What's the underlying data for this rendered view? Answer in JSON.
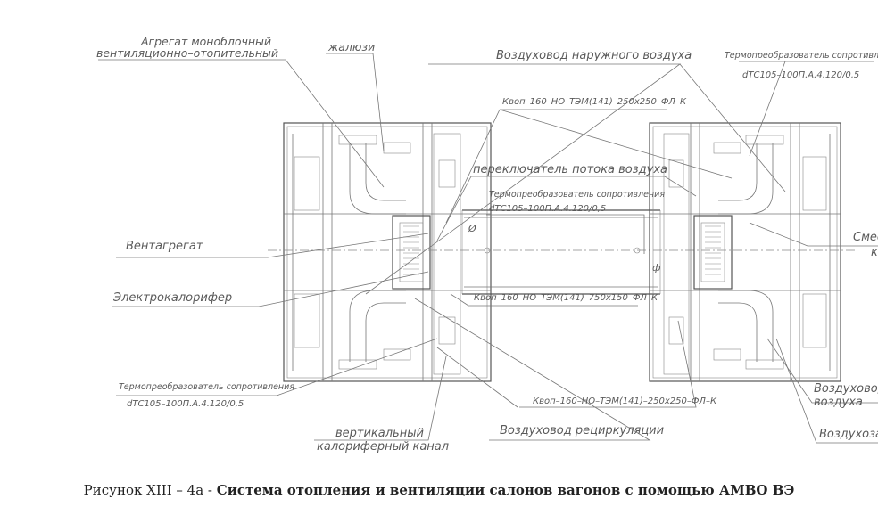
{
  "labels": {
    "agregat_1": "Агрегат моноблочный",
    "agregat_2": "вентиляционно–отопительный",
    "zhalyuzi": "жалюзи",
    "vozdukhovod_nar": "Воздуховод наружного воздуха",
    "termo_top_right_1": "Термопреобразователь сопротивления",
    "termo_top_right_2": "dTC105–100П.А.4.120/0,5",
    "kvop_top": "Квоп–160–НО–ТЭМ(141)–250х250–ФЛ–К",
    "pereklyuchatel": "переключатель потока воздуха",
    "termo_center_1": "Термопреобразователь сопротивления",
    "termo_center_2": "dTC105–100П.А.4.120/0,5",
    "ventagregat": "Вентагрегат",
    "elektrokalorifer": "Электрокалорифер",
    "kvop_center": "Квоп–160–НО–ТЭМ(141)–750х150–ФЛ–К",
    "smes_1": "Смес",
    "smes_2": "к",
    "termo_bottom_left_1": "Термопреобразователь сопротивления",
    "termo_bottom_left_2": "dTC105–100П.А.4.120/0,5",
    "kvop_bottom": "Квоп–160–НО–ТЭМ(141)–250х250–ФЛ–К",
    "vozdukhovod_right_1": "Воздуховод",
    "vozdukhovod_right_2": "воздуха",
    "vertikalny_1": "вертикальный",
    "vertikalny_2": "калориферный канал",
    "vozdukhovod_recirc": "Воздуховод рециркуляции",
    "vozdukhozab": "Воздухозаб",
    "dia_symbol": "Ø",
    "phi_symbol": "ф"
  },
  "caption": {
    "prefix": "Рисунок XIII – 4а - ",
    "title": "Система отопления и вентиляции салонов вагонов с помощью АМВО ВЭ"
  }
}
